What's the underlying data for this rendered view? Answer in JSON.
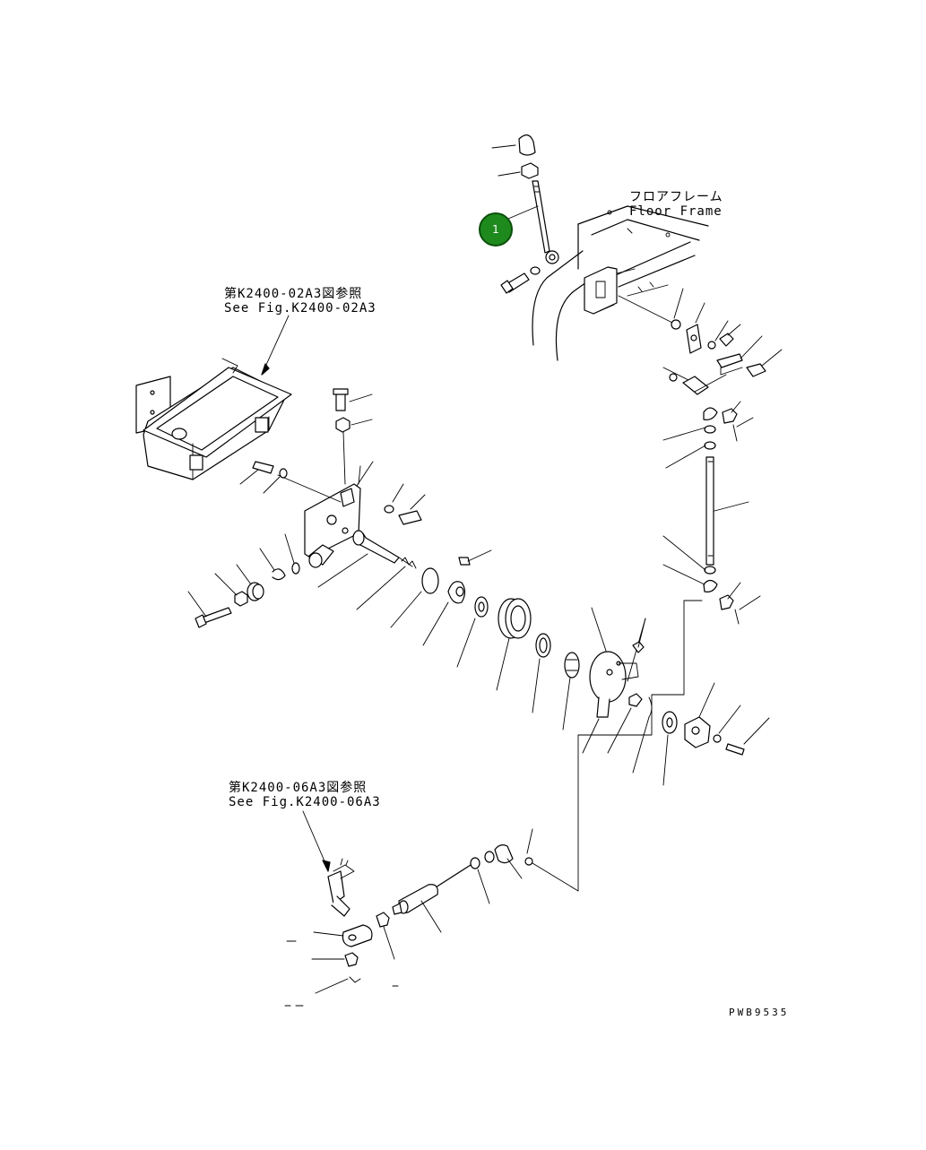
{
  "references": {
    "top": {
      "jp": "第K2400-02A3図参照",
      "en": "See Fig.K2400-02A3"
    },
    "bottom": {
      "jp": "第K2400-06A3図参照",
      "en": "See Fig.K2400-06A3"
    }
  },
  "floor_frame": {
    "jp": "フロアフレーム",
    "en": "Floor Frame"
  },
  "callouts": [
    {
      "number": "1",
      "color": "#1e8a1e"
    }
  ],
  "drawing_code": "PWB9535"
}
